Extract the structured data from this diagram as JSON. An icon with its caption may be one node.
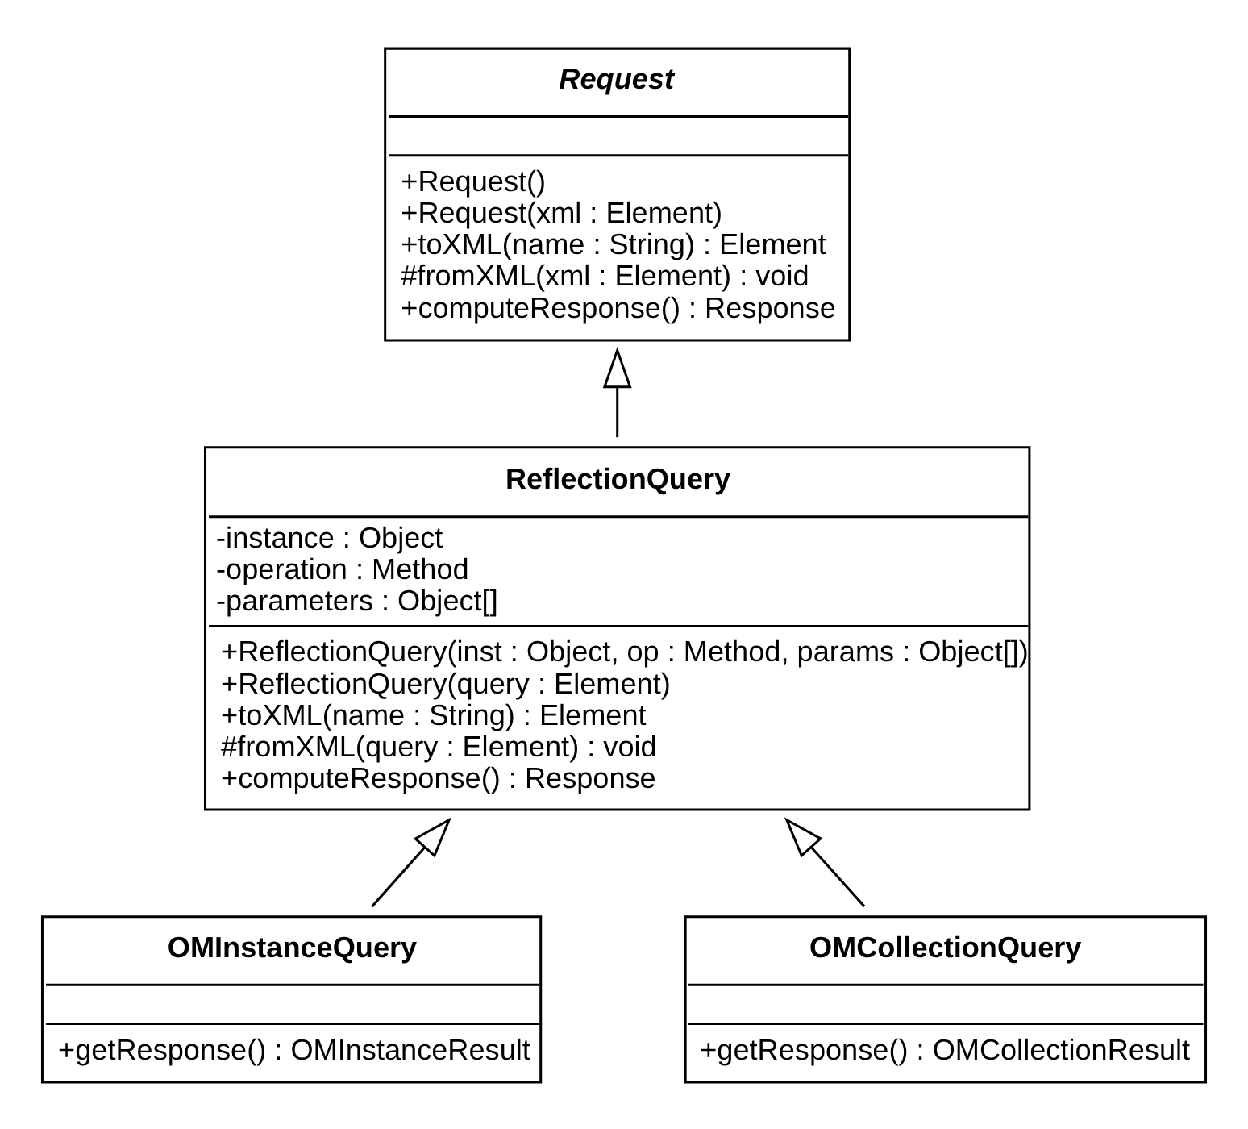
{
  "diagram": {
    "nodes": [
      {
        "text": [
          "Request",
          "+Request()",
          "+Request(xml : Element)",
          "+toXML(name : String) : Element",
          "#fromXML(xml : Element) : void",
          "+computeResponse() : Response"
        ]
      },
      {
        "text": [
          "ReflectionQuery",
          "-instance : Object",
          "-operation : Method",
          "-parameters : Object[]",
          "+ReflectionQuery(inst : Object, op : Method, params : Object[])",
          "+ReflectionQuery(query : Element)",
          "+toXML(name : String) : Element",
          "#fromXML(query : Element) : void",
          "+computeResponse() : Response"
        ]
      },
      {
        "text": [
          "OMInstanceQuery",
          "+getResponse() : OMInstanceResult"
        ]
      },
      {
        "text": [
          "OMCollectionQuery",
          "+getResponse() : OMCollectionResult"
        ]
      }
    ],
    "edges": [
      {
        "from": 1,
        "to": 0,
        "arrow": "to"
      },
      {
        "from": 2,
        "to": 1,
        "arrow": "to"
      },
      {
        "from": 3,
        "to": 1,
        "arrow": "to"
      }
    ]
  }
}
